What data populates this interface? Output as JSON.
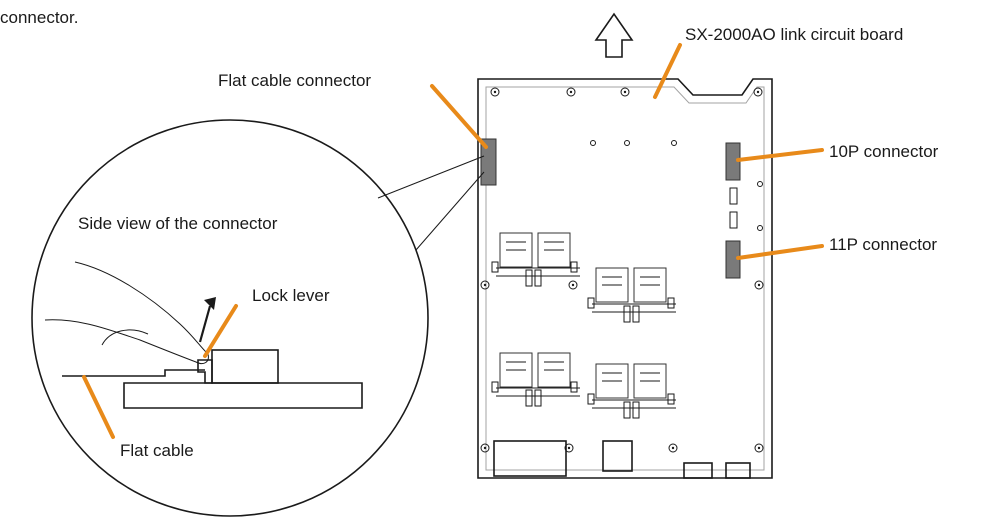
{
  "labels": {
    "header_fragment": "connector.",
    "board": "SX-2000AO link circuit board",
    "flat_cable_connector": "Flat cable connector",
    "p10_connector": "10P connector",
    "p11_connector": "11P connector",
    "side_view": "Side view of the connector",
    "lock_lever": "Lock lever",
    "flat_cable": "Flat cable"
  },
  "colors": {
    "leader": "#e88a1a",
    "connector_fill": "#7a7a7a",
    "line": "#1a1a1a"
  },
  "icons": {
    "direction_arrow": "up-arrow-outline-icon",
    "lift_arrow": "up-right-arrow-icon"
  }
}
